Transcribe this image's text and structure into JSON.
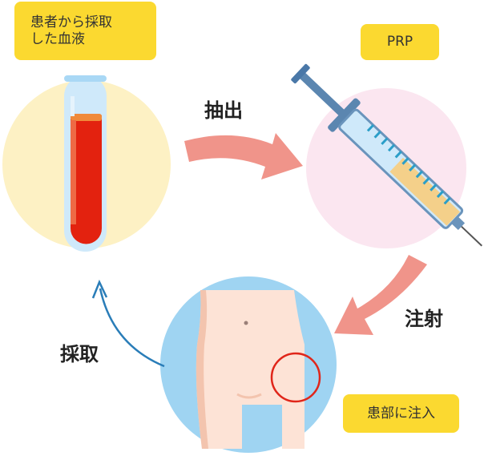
{
  "labels": {
    "blood_source_line1": "患者から採取",
    "blood_source_line2": "した血液",
    "prp": "PRP",
    "inject_to_site": "患部に注入"
  },
  "steps": {
    "extract": "抽出",
    "inject": "注射",
    "collect": "採取"
  },
  "colors": {
    "tag_yellow": "#fbd930",
    "blood_circle": "#fdf1c4",
    "prp_circle": "#fbe6f0",
    "body_circle": "#9fd4f2",
    "arrow_salmon": "#f0948a",
    "collect_arrow": "#2a7db8",
    "blood_red": "#e3220f"
  }
}
